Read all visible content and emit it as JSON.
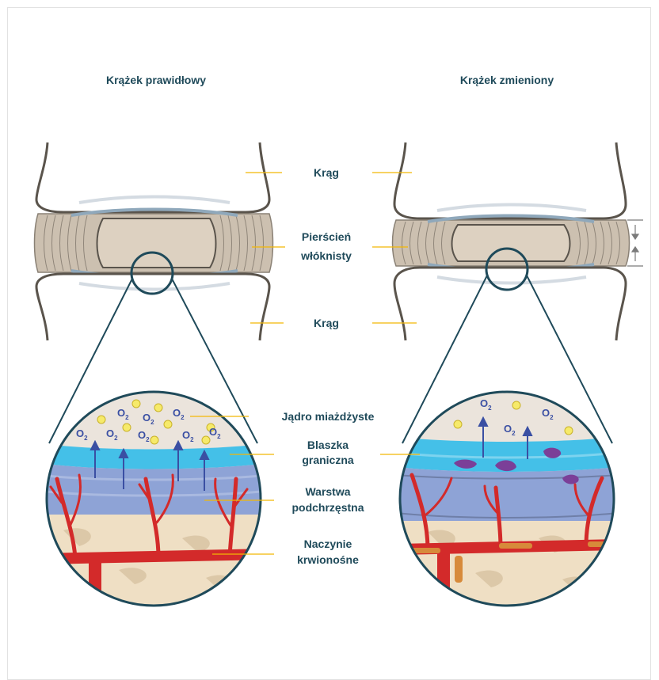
{
  "titles": {
    "normal": "Krążek prawidłowy",
    "changed": "Krążek zmieniony"
  },
  "labels": {
    "vertebra_top": "Krąg",
    "annulus_line1": "Pierścień",
    "annulus_line2": "włóknisty",
    "vertebra_bottom": "Krąg",
    "nucleus": "Jądro miażdżyste",
    "endplate_line1": "Blaszka",
    "endplate_line2": "graniczna",
    "subchondral_line1": "Warstwa",
    "subchondral_line2": "podchrzęstna",
    "vessel_line1": "Naczynie",
    "vessel_line2": "krwionośne"
  },
  "o2": {
    "symbol": "O",
    "subscript": "2"
  },
  "colors": {
    "label_text": "#1f4a5a",
    "leader_line": "#f2b705",
    "bone_outline": "#5a544c",
    "disc_fill": "#d9ccbb",
    "endplate": "#44c0e8",
    "subchondral": "#8ea3d6",
    "vessel": "#d32a2a",
    "lesion": "#7b3f98",
    "oxygen_arrow": "#3a4fa3"
  }
}
